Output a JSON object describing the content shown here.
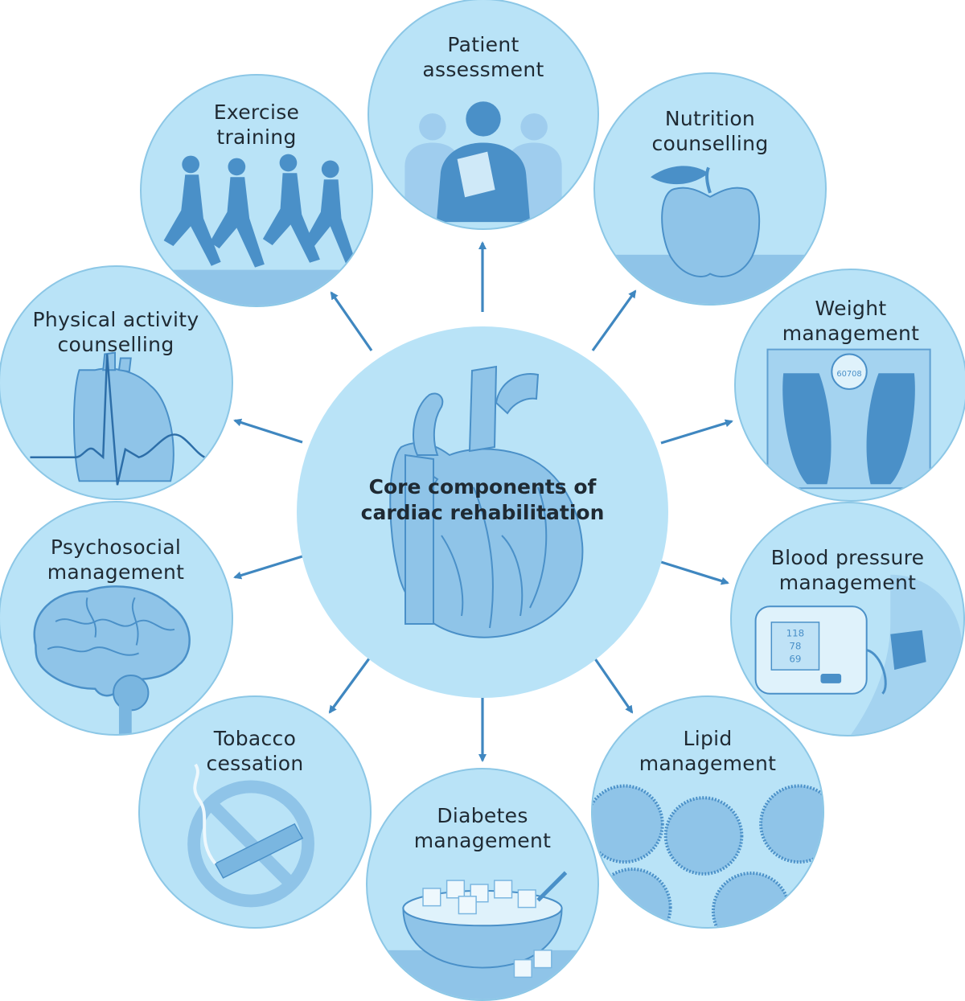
{
  "diagram": {
    "center": {
      "line1": "Core components of",
      "line2": "cardiac rehabilitation"
    },
    "components": [
      {
        "line1": "Patient",
        "line2": "assessment",
        "icon": "doctor-icon"
      },
      {
        "line1": "Nutrition",
        "line2": "counselling",
        "icon": "apple-icon"
      },
      {
        "line1": "Weight",
        "line2": "management",
        "icon": "scale-icon"
      },
      {
        "line1": "Blood pressure",
        "line2": "management",
        "icon": "blood-pressure-monitor-icon"
      },
      {
        "line1": "Lipid",
        "line2": "management",
        "icon": "lipid-vesicle-icon"
      },
      {
        "line1": "Diabetes",
        "line2": "management",
        "icon": "sugar-bowl-icon"
      },
      {
        "line1": "Tobacco",
        "line2": "cessation",
        "icon": "no-smoking-icon"
      },
      {
        "line1": "Psychosocial",
        "line2": "management",
        "icon": "brain-icon"
      },
      {
        "line1": "Physical activity",
        "line2": "counselling",
        "icon": "ecg-heart-icon"
      },
      {
        "line1": "Exercise",
        "line2": "training",
        "icon": "runners-icon"
      }
    ],
    "scale_digits": "60708",
    "bp_readings": [
      "118",
      "78",
      "69"
    ],
    "colors": {
      "circle_fill": "#b9e3f7",
      "circle_border": "#8cc7e6",
      "icon_dark": "#4a90c8",
      "icon_mid": "#7ab6e0",
      "arrow": "#3f87c0"
    }
  }
}
